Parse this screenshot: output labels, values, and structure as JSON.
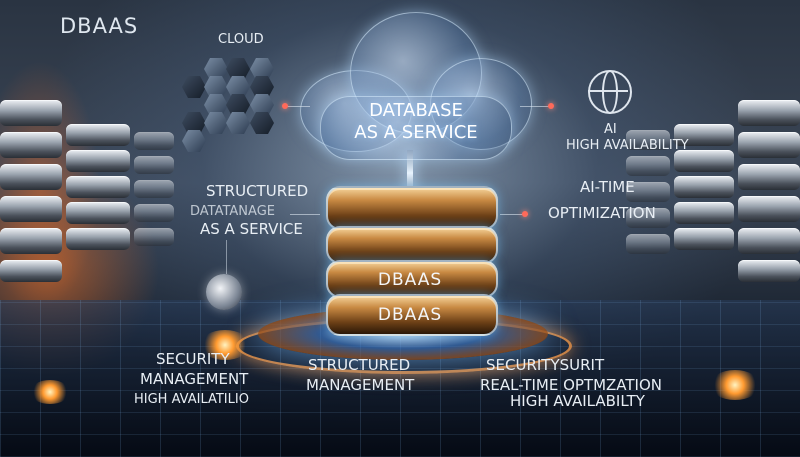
{
  "brand": "DBAAS",
  "labels": {
    "cloud": "CLOUD",
    "db_service_line1": "DATABASE",
    "db_service_line2": "AS A SERVICE",
    "ai": "AI",
    "high_availability_top": "HIGH AVAILABILITY",
    "structured": "STRUCTURED",
    "data_manage": "DATATANAGE",
    "as_a_service": "AS A SERVICE",
    "ai_time": "AI-TIME",
    "optimization": "OPTIMIZATION",
    "db_disk_1": "DBAAS",
    "db_disk_2": "DBAAS",
    "security": "SECURITY",
    "management_left": "MANAGEMENT",
    "high_availability_left": "HIGH AVAILATILIO",
    "structured_bottom": "STRUCTURED",
    "management_bottom": "MANAGEMENT",
    "security_right": "SECURITYSURIT",
    "real_time": "REAL-TIME OPTMZATION",
    "high_availability_right": "HIGH AVAILABILTY"
  },
  "icons": [
    "hexagon-icon",
    "globe-icon",
    "database-icon",
    "cloud-icon",
    "knob-icon"
  ]
}
